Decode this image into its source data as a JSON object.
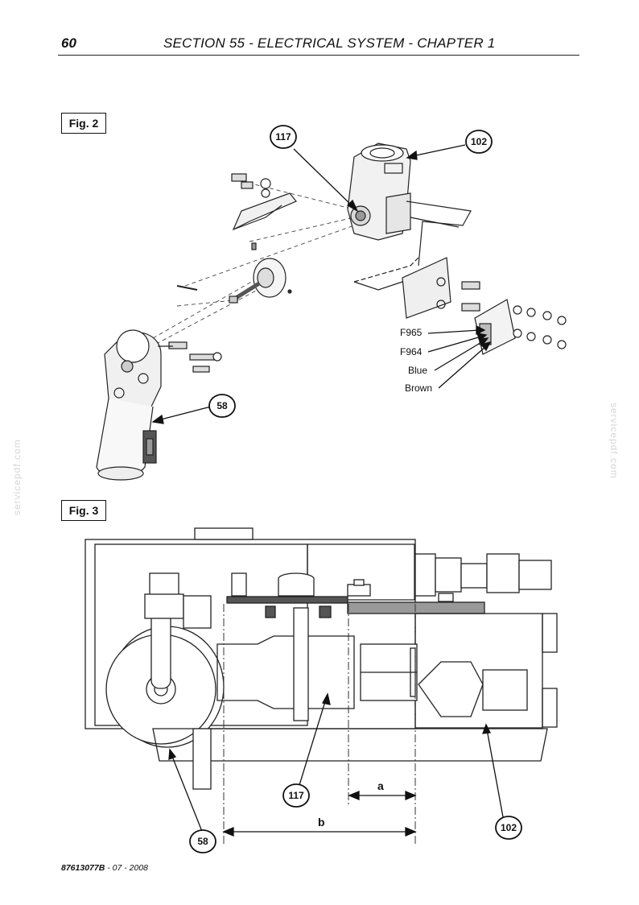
{
  "header": {
    "page_number": "60",
    "section_title": "SECTION 55 - ELECTRICAL SYSTEM - CHAPTER 1"
  },
  "figures": {
    "fig2": {
      "label": "Fig. 2",
      "callouts": {
        "c117": "117",
        "c102": "102",
        "c58": "58"
      },
      "wire_labels": {
        "f965": "F965",
        "f964": "F964",
        "blue": "Blue",
        "brown": "Brown"
      }
    },
    "fig3": {
      "label": "Fig. 3",
      "callouts": {
        "c117": "117",
        "c102": "102",
        "c58": "58"
      },
      "dimensions": {
        "a": "a",
        "b": "b"
      }
    }
  },
  "watermark": {
    "text": "servicepdf.com"
  },
  "footer": {
    "doc_code": "87613077B",
    "date": "- 07 - 2008"
  }
}
